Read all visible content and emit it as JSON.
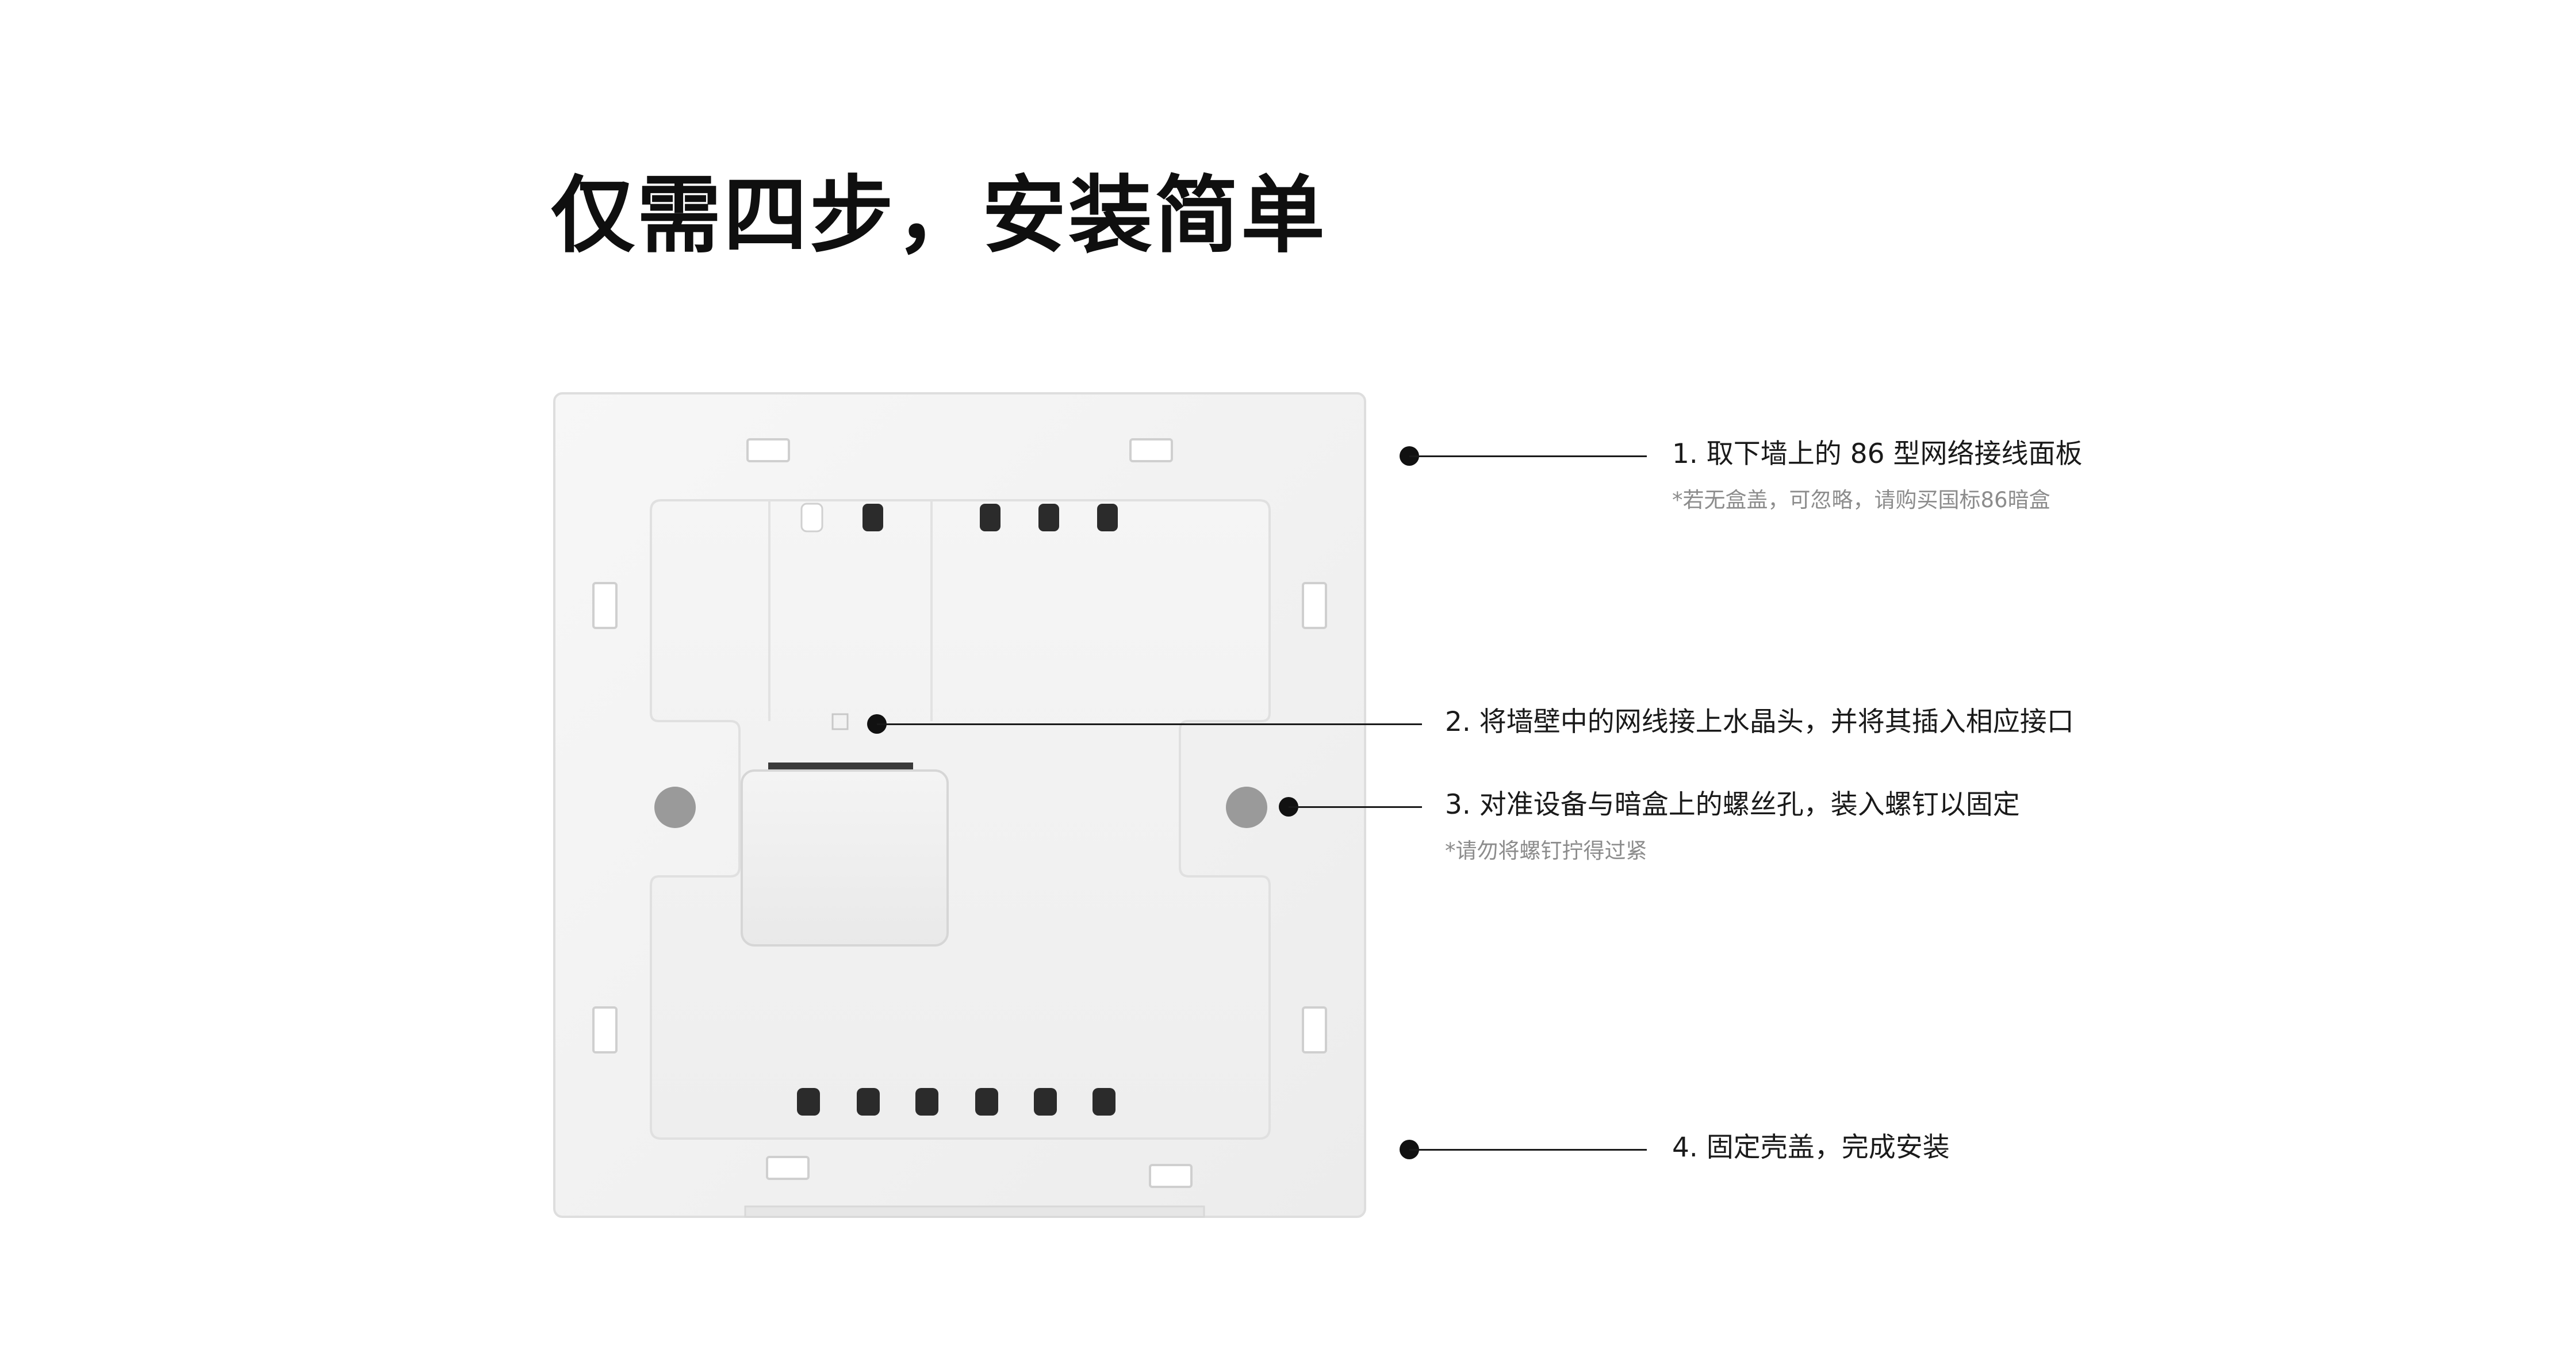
{
  "title": "仅需四步，安装简单",
  "steps": [
    {
      "label": "1. 取下墙上的 86 型网络接线面板",
      "note": "*若无盒盖，可忽略，请购买国标86暗盒"
    },
    {
      "label": "2. 将墙壁中的网线接上水晶头，并将其插入相应接口"
    },
    {
      "label": "3. 对准设备与暗盒上的螺丝孔，装入螺钉以固定",
      "note": "*请勿将螺钉拧得过紧"
    },
    {
      "label": "4. 固定壳盖，完成安装"
    }
  ],
  "icons": {
    "product": "wall-panel-back-view-image",
    "callout_marker": "dot-marker-icon"
  },
  "colors": {
    "text": "#111111",
    "note": "#8c8c8c",
    "panel": "#f2f2f2",
    "panel_edge": "#dcdcdc",
    "slot": "#2b2b2b",
    "hole": "#9a9a9a"
  }
}
